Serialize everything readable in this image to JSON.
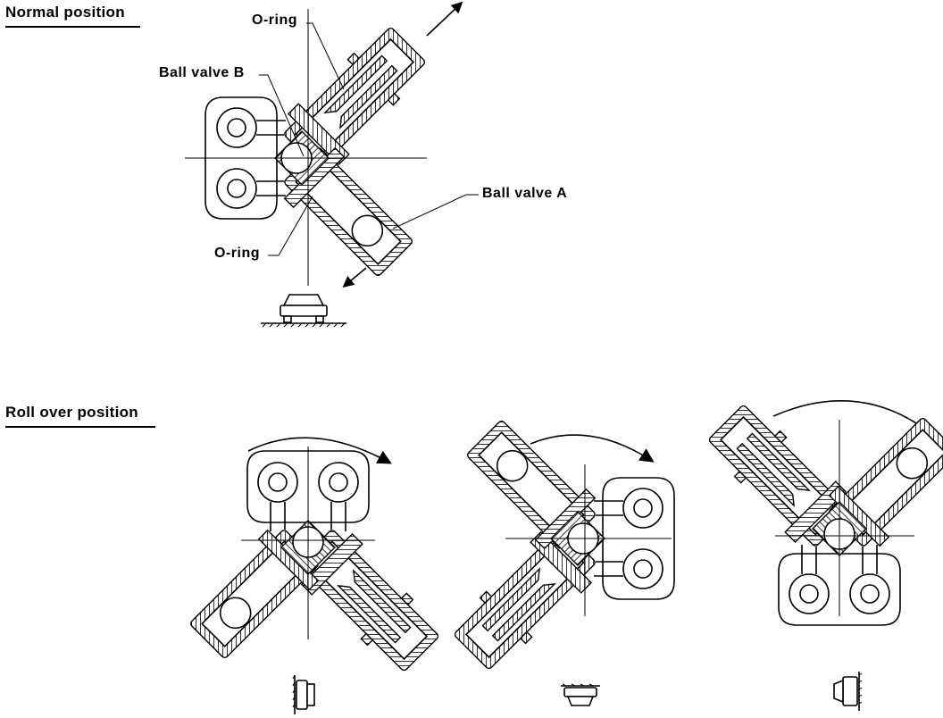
{
  "sections": {
    "normal": {
      "title": "Normal position"
    },
    "rollover": {
      "title": "Roll over position"
    }
  },
  "labels": {
    "o_ring_top": "O-ring",
    "ball_valve_b": "Ball valve B",
    "ball_valve_a": "Ball valve A",
    "o_ring_bottom": "O-ring"
  },
  "icons": {
    "normal_vehicle": "car-front-icon",
    "roll_1": "car-side-icon",
    "roll_2": "car-upside-down-icon",
    "roll_3": "car-side-icon"
  }
}
